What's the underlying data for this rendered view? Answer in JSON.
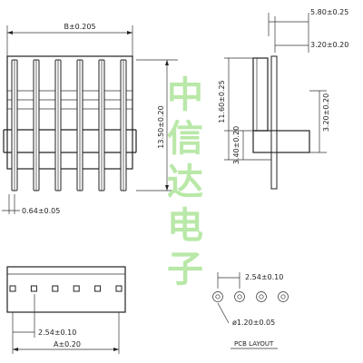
{
  "front_view": {
    "dim_width": "B±0.205",
    "dim_height": "13.50±0.20",
    "dim_pin": "0.64±0.05",
    "pin_count": 6
  },
  "side_view": {
    "dim_total": "5.80±0.25",
    "dim_offset": "3.20±0.20",
    "dim_upper": "11.60±0.25",
    "dim_lower_left": "3.40±0.20",
    "dim_lower_right": "3.20±0.20"
  },
  "bottom_view": {
    "dim_pitch": "2.54±0.10",
    "dim_total": "A±0.20"
  },
  "pcb_layout": {
    "dim_pitch": "2.54±0.10",
    "dim_hole": "ø1.20±0.05",
    "label": "PCB LAYOUT",
    "hole_count": 4
  },
  "watermark": {
    "chars": [
      "中",
      "信",
      "达",
      "电",
      "子"
    ]
  }
}
